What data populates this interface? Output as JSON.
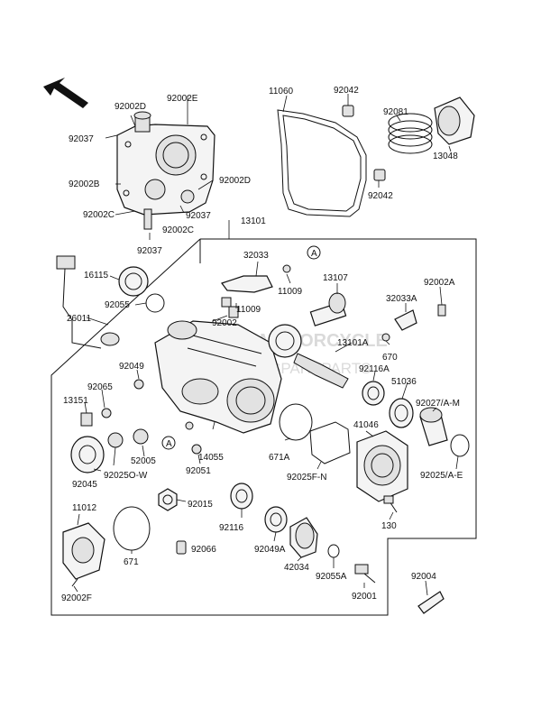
{
  "watermark": {
    "title": "MOTORCYCLE",
    "subtitle": "SPAREPARTS"
  },
  "callout_letter": "A",
  "part_labels": {
    "p11060": "11060",
    "p92042_top": "92042",
    "p92081": "92081",
    "p13048": "13048",
    "p92042_bot": "92042",
    "p92002D_top": "92002D",
    "p92002E": "92002E",
    "p92037_top": "92037",
    "p92002B": "92002B",
    "p92002D_right": "92002D",
    "p92002C_left": "92002C",
    "p92037_mid": "92037",
    "p92002C_bot": "92002C",
    "p92037_bot": "92037",
    "p13101": "13101",
    "p32033": "32033",
    "p16115": "16115",
    "p11009_a": "11009",
    "p13107": "13107",
    "p92002A": "92002A",
    "p92055": "92055",
    "p11009_b": "11009",
    "p32033A": "32033A",
    "p26011": "26011",
    "p92002": "92002",
    "p13101A": "13101A",
    "p670": "670",
    "p92049": "92049",
    "p92116A": "92116A",
    "p51036": "51036",
    "p92065": "92065",
    "p92027": "92027/A-M",
    "p13151": "13151",
    "p41046": "41046",
    "p52005": "52005",
    "p14055": "14055",
    "p671A": "671A",
    "p92045": "92045",
    "p92025OW": "92025O-W",
    "p92051": "92051",
    "p92025FN": "92025F-N",
    "p92025AE": "92025/A-E",
    "p11012": "11012",
    "p92015": "92015",
    "p92116": "92116",
    "p130": "130",
    "p671": "671",
    "p92066": "92066",
    "p92049A": "92049A",
    "p42034": "42034",
    "p92055A": "92055A",
    "p92004": "92004",
    "p92002F": "92002F",
    "p92001": "92001"
  }
}
